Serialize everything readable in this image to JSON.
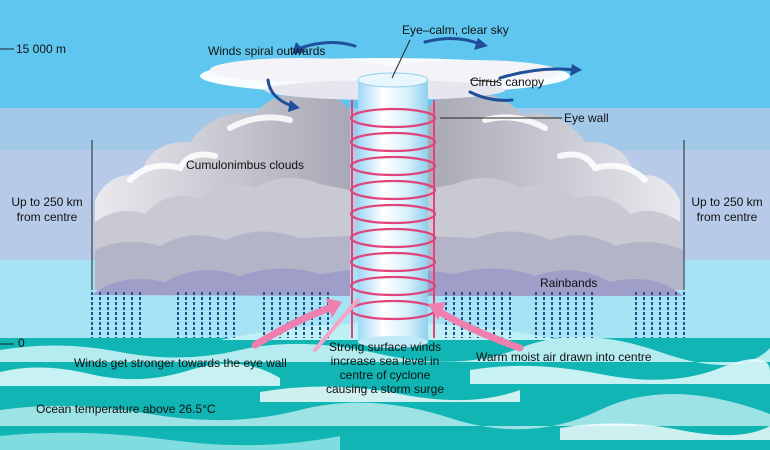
{
  "labels": {
    "altitude_top": "15 000 m",
    "altitude_bottom": "0",
    "eye": "Eye–calm, clear sky",
    "winds_spiral": "Winds spiral outwards",
    "cirrus": "Cirrus canopy",
    "eye_wall": "Eye wall",
    "cumulonimbus": "Cumulonimbus clouds",
    "range_left_1": "Up to 250 km",
    "range_left_2": "from centre",
    "range_right_1": "Up to 250 km",
    "range_right_2": "from centre",
    "rainbands": "Rainbands",
    "winds_stronger": "Winds get stronger towards the eye wall",
    "surface_1": "Strong surface winds",
    "surface_2": "increase sea level in",
    "surface_3": "centre of cyclone",
    "surface_4": "causing a storm surge",
    "warm_air": "Warm moist air drawn into centre",
    "ocean_temp": "Ocean temperature above 26.5°C"
  },
  "colors": {
    "sky_top": "#5fc7ef",
    "sky_band": "#a3c9e8",
    "sky_band_2": "#b7cbe8",
    "sky_low": "#9ee3f6",
    "sea": "#11b5b4",
    "sea_deep": "#0f9fa8",
    "cloud_white": "#ffffff",
    "cloud_grey": "#b9b9c3",
    "cloud_violet": "#9e9ec8",
    "rain": "#1e4f8e",
    "spiral": "#e0447c",
    "arrow_pink": "#ee7fae",
    "wind_blue": "#1f4f9a"
  }
}
